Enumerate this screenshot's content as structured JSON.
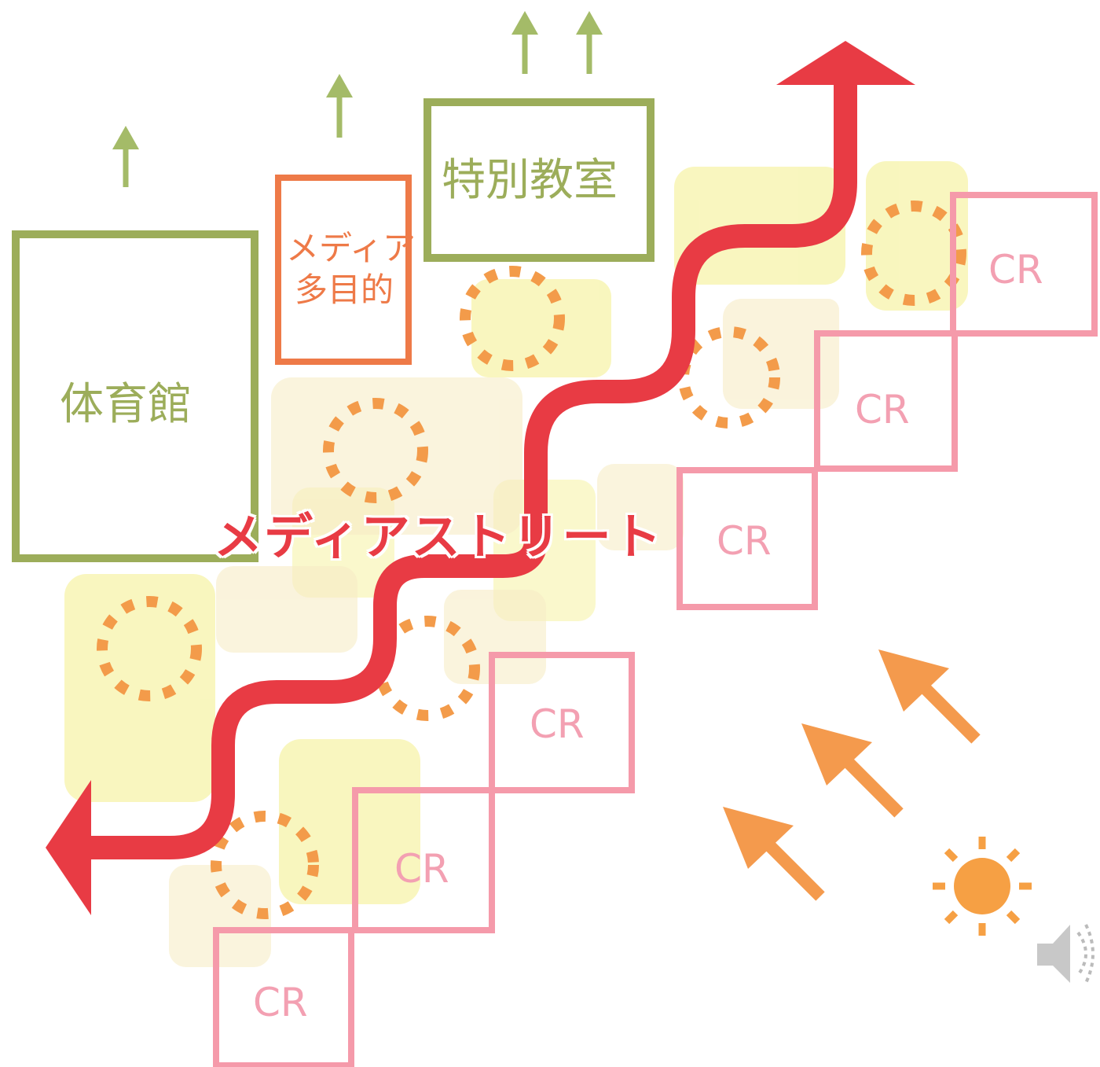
{
  "colors": {
    "green": "#9cad5a",
    "orange_box": "#ee7a48",
    "pink": "#f59aaa",
    "cr_text": "#f3a0b2",
    "street_red": "#e83b44",
    "dash_orange": "#f39b4a",
    "sun": "#f6a044",
    "wind_arrow": "#f49a4d",
    "up_arrow": "#a4bb68",
    "yellow": "#f2ee7c"
  },
  "labels": {
    "gym": "体育館",
    "media_line1": "メディア",
    "media_line2": "多目的",
    "special": "特別教室",
    "street": "メディアストリート",
    "cr": [
      "CR",
      "CR",
      "CR",
      "CR",
      "CR",
      "CR"
    ]
  },
  "icons": [
    "up-arrow-icon",
    "sun-icon",
    "wind-arrow-icon",
    "speaker-icon"
  ]
}
